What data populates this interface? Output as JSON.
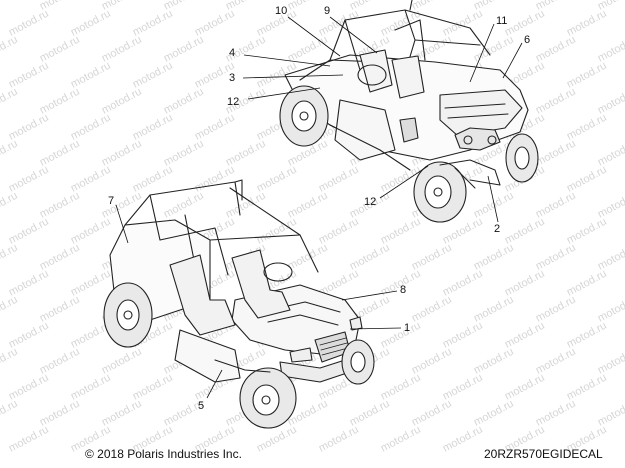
{
  "watermark": "motod.ru",
  "footer": {
    "copyright": "© 2018 Polaris Industries Inc.",
    "drawing_id": "20RZR570EGIDECAL"
  },
  "callouts": {
    "c1": "1",
    "c2": "2",
    "c3": "3",
    "c4": "4",
    "c5": "5",
    "c6": "6",
    "c7": "7",
    "c8": "8",
    "c9": "9",
    "c10": "10",
    "c11": "11",
    "c12a": "12",
    "c12b": "12"
  }
}
